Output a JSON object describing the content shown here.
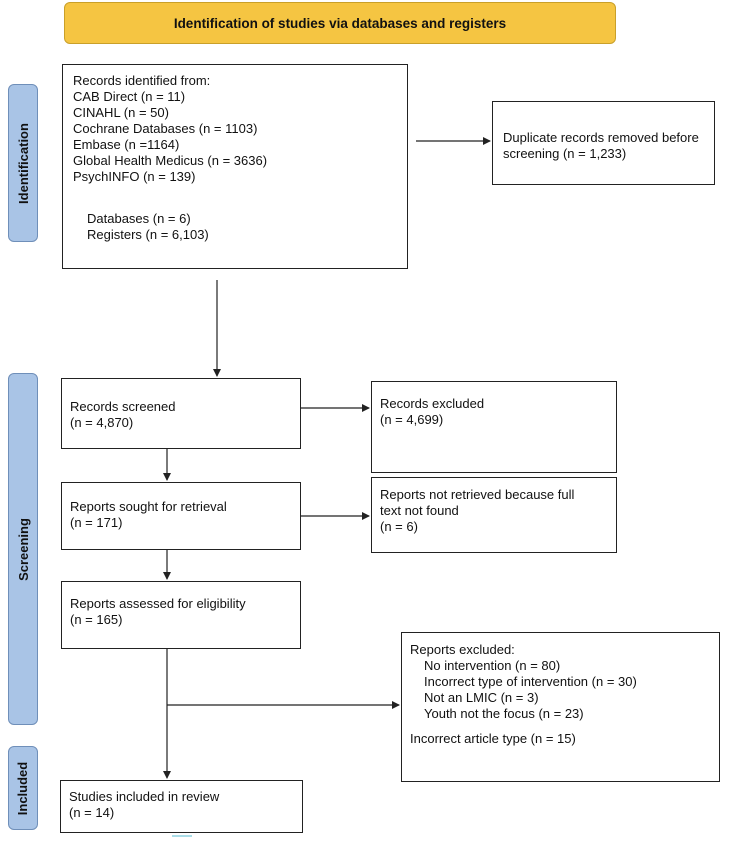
{
  "header": {
    "title": "Identification of studies via databases and registers"
  },
  "phases": {
    "identification": "Identification",
    "screening": "Screening",
    "included": "Included"
  },
  "identified": {
    "title": "Records identified from:",
    "sources": [
      "CAB Direct (n = 11)",
      "CINAHL (n = 50)",
      "Cochrane Databases (n = 1103)",
      "Embase (n =1164)",
      "Global Health Medicus (n = 3636)",
      "PsychINFO (n = 139)"
    ],
    "databases": "Databases (n = 6)",
    "registers": "Registers (n = 6,103)"
  },
  "duplicates": {
    "line1": "Duplicate records removed before",
    "line2": "screening (n = 1,233)"
  },
  "screened": {
    "label": "Records screened",
    "count": "(n = 4,870)"
  },
  "excluded": {
    "label": "Records excluded",
    "count": "(n = 4,699)"
  },
  "sought": {
    "label": "Reports sought for retrieval",
    "count": "(n = 171)"
  },
  "not_retrieved": {
    "line1": "Reports not retrieved because full",
    "line2": "text not found",
    "count": "(n = 6)"
  },
  "assessed": {
    "label": "Reports assessed for eligibility",
    "count": "(n = 165)"
  },
  "reports_excluded": {
    "title": "Reports excluded:",
    "reasons": [
      "No intervention (n = 80)",
      "Incorrect type of intervention (n = 30)",
      "Not an LMIC (n = 3)",
      "Youth not the focus (n = 23)"
    ],
    "article_type": "Incorrect article type (n = 15)"
  },
  "included": {
    "label": "Studies included in review",
    "count": "(n = 14)"
  }
}
